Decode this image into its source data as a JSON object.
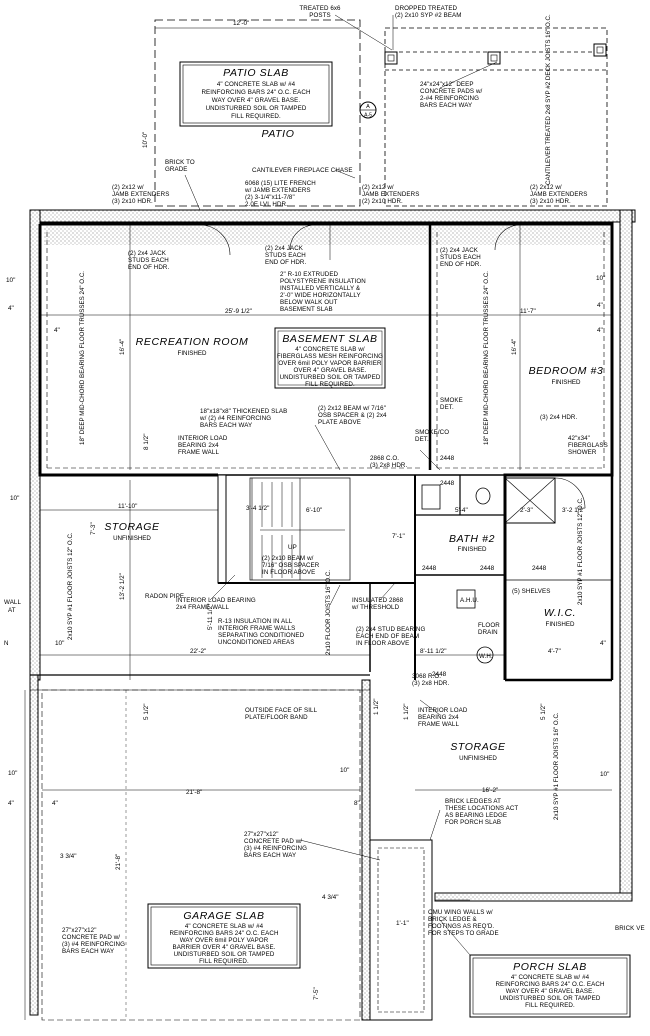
{
  "rooms": {
    "patio_slab": {
      "title": "PATIO SLAB",
      "lines": [
        "4\" CONCRETE SLAB w/ #4",
        "REINFORCING BARS 24\" O.C. EACH",
        "WAY OVER 4\" GRAVEL BASE.",
        "UNDISTURBED SOIL OR TAMPED",
        "FILL REQUIRED."
      ]
    },
    "patio": "PATIO",
    "recreation_room": {
      "title": "RECREATION ROOM",
      "sub": "FINISHED"
    },
    "basement_slab": {
      "title": "BASEMENT SLAB",
      "lines": [
        "4\" CONCRETE SLAB w/",
        "FIBERGLASS MESH REINFORCING",
        "OVER 6mil POLY VAPOR BARRIER",
        "OVER 4\" GRAVEL BASE.",
        "UNDISTURBED SOIL OR TAMPED",
        "FILL REQUIRED."
      ]
    },
    "bedroom3": {
      "title": "BEDROOM #3",
      "sub": "FINISHED"
    },
    "storage_left": {
      "title": "STORAGE",
      "sub": "UNFINISHED"
    },
    "bath2": {
      "title": "BATH #2",
      "sub": "FINISHED"
    },
    "wic": {
      "title": "W.I.C.",
      "sub": "FINISHED"
    },
    "storage_right": {
      "title": "STORAGE",
      "sub": "UNFINISHED"
    },
    "garage_slab": {
      "title": "GARAGE SLAB",
      "lines": [
        "4\" CONCRETE SLAB w/ #4",
        "REINFORCING BARS 24\" O.C. EACH",
        "WAY OVER 6mil POLY VAPOR",
        "BARRIER OVER 4\" GRAVEL BASE.",
        "UNDISTURBED SOIL OR TAMPED",
        "FILL REQUIRED."
      ]
    },
    "porch_slab": {
      "title": "PORCH SLAB",
      "lines": [
        "4\" CONCRETE SLAB w/ #4",
        "REINFORCING BARS 24\" O.C. EACH",
        "WAY OVER 4\" GRAVEL BASE.",
        "UNDISTURBED SOIL OR TAMPED",
        "FILL REQUIRED."
      ]
    }
  },
  "notes": {
    "treated_posts": [
      "TREATED 6x6",
      "POSTS"
    ],
    "dropped_beam": [
      "DROPPED TREATED",
      "(2) 2x10 SYP #2 BEAM"
    ],
    "deep_pads": [
      "24\"x24\"x12\" DEEP",
      "CONCRETE PADS w/",
      "2-#4 REINFORCING",
      "BARS EACH WAY"
    ],
    "cantilever_joists": "CANTILEVER TREATED 2x8 SYP #2 DECK JOISTS 16\" O.C.",
    "brick_to_grade": [
      "BRICK TO",
      "GRADE"
    ],
    "cantilever_chase": "CANTILEVER FIREPLACE CHASE",
    "lite_french": [
      "6068 (15) LITE FRENCH",
      "w/ JAMB EXTENDERS",
      "(2) 3-1/4\"x11-7/8\"",
      "2.0E LVL HDR."
    ],
    "jamb_left": [
      "(2) 2x12 w/",
      "JAMB EXTENDERS",
      "(3) 2x10 HDR."
    ],
    "jamb_mid": [
      "(2) 2x12 w/",
      "JAMB EXTENDERS",
      "(2) 2x10 HDR."
    ],
    "jamb_right": [
      "(2) 2x12 w/",
      "JAMB EXTENDERS",
      "(3) 2x10 HDR."
    ],
    "jack_left": [
      "(2) 2x4 JACK",
      "STUDS EACH",
      "END OF HDR."
    ],
    "jack_mid": [
      "(2) 2x4 JACK",
      "STUDS EACH",
      "END OF HDR."
    ],
    "jack_right": [
      "(2) 2x4 JACK",
      "STUDS EACH",
      "END OF HDR."
    ],
    "insulation": [
      "2\" R-10 EXTRUDED",
      "POLYSTYRENE INSULATION",
      "INSTALLED VERTICALLY &",
      "2'-0\" WIDE HORIZONTALLY",
      "BELOW WALK OUT",
      "BASEMENT SLAB"
    ],
    "thick_slab": [
      "18\"x18\"x8\" THICKENED SLAB",
      "w/ (2) #4 REINFORCING",
      "BARS EACH WAY"
    ],
    "beam_osb": [
      "(2) 2x12 BEAM w/ 7/16\"",
      "OSB SPACER & (2) 2x4",
      "PLATE ABOVE"
    ],
    "smoke_det": [
      "SMOKE",
      "DET."
    ],
    "smoke_co": [
      "SMOKE/CO",
      "DET."
    ],
    "hdr_3": "(3) 2x4 HDR.",
    "fiberglass_shower": [
      "42\"x34\"",
      "FIBERGLASS",
      "SHOWER"
    ],
    "interior_load": [
      "INTERIOR LOAD",
      "BEARING 2x4",
      "FRAME WALL"
    ],
    "co_2868": [
      "2868 C.O.",
      "(3) 2x8 HDR."
    ],
    "beam_2x10": [
      "(2) 2x10 BEAM w/",
      "7/16\" OSB SPACER",
      "IN FLOOR ABOVE"
    ],
    "up": "UP",
    "radon": "RADON PIPE",
    "interior_load_2": [
      "INTERIOR LOAD BEARING",
      "2x4 FRAME WALL"
    ],
    "r13": [
      "R-13 INSULATION IN ALL",
      "INTERIOR FRAME WALLS",
      "SEPARATING CONDITIONED",
      "UNCONDITIONED AREAS"
    ],
    "insulated_door": [
      "INSULATED 2868",
      "w/ THRESHOLD"
    ],
    "stud_bearing": [
      "(2) 2x4 STUD BEARING",
      "EACH END OF BEAM",
      "IN FLOOR ABOVE"
    ],
    "floor_drain": [
      "FLOOR",
      "DRAIN"
    ],
    "shelves": "(5) SHELVES",
    "ahu": "A.H.U.",
    "wh": "W.H.",
    "ro_3068": [
      "3068 R.O.",
      "(3) 2x8 HDR."
    ],
    "outside_face": [
      "OUTSIDE FACE OF SILL",
      "PLATE/FLOOR BAND"
    ],
    "interior_load_3": [
      "INTERIOR LOAD",
      "BEARING 2x4",
      "FRAME WALL"
    ],
    "brick_ledges": [
      "BRICK LEDGES AT",
      "THESE LOCATIONS ACT",
      "AS BEARING LEDGE",
      "FOR PORCH SLAB"
    ],
    "pad_27_top": [
      "27\"x27\"x12\"",
      "CONCRETE PAD w/",
      "(3) #4 REINFORCING",
      "BARS EACH WAY"
    ],
    "pad_27_left": [
      "27\"x27\"x12\"",
      "CONCRETE PAD w/",
      "(3) #4 REINFORCING",
      "BARS EACH WAY"
    ],
    "cmu_wing": [
      "CMU WING WALLS w/",
      "BRICK LEDGE &",
      "FOOTINGS AS REQ'D.",
      "FOR STEPS TO GRADE"
    ],
    "brick_veneer": "BRICK VE",
    "wall_at": [
      "WALL",
      "AT",
      "N"
    ],
    "floor_trusses_left": "18\" DEEP MID-CHORD BEARING FLOOR TRUSSES 24\" O.C.",
    "floor_trusses_right": "18\" DEEP MID-CHORD BEARING FLOOR TRUSSES 24\" O.C.",
    "joists_storage": "2x10 SYP #1 FLOOR JOISTS 12\" O.C.",
    "joists_mid": "2x10 FLOOR JOISTS 16\" O.C.",
    "joists_bath": "2x10 SYP #1 FLOOR JOISTS 12\" O.C.",
    "joists_storage_r": "2x10 SYP #1 FLOOR JOISTS 16\" O.C.",
    "section_marker": [
      "A",
      "A-5"
    ]
  },
  "dims": {
    "d12_0": "12'-0\"",
    "d10_0": "10'-0\"",
    "d25_9": "25'-9 1/2\"",
    "d11_7": "11'-7\"",
    "d16_4": "16'-4\"",
    "d16_4b": "16'-4\"",
    "d10a": "10\"",
    "d4a": "4\"",
    "d4b": "4\"",
    "d10b": "10\"",
    "d4c": "4\"",
    "d10c": "10\"",
    "d4d": "4\"",
    "d8_half": "8 1/2\"",
    "d11_10": "11'-10\"",
    "d7_3": "7'-3\"",
    "d13_2": "13'-2 1/2\"",
    "d5_11": "5'-11 1/2\"",
    "d22_2": "22'-2\"",
    "d10d": "10\"",
    "d3_4": "3'-4 1/2\"",
    "d6_10": "6'-10\"",
    "d7_1": "7'-1\"",
    "d2448a": "2448",
    "d2448b": "2448",
    "d2448c": "2448",
    "d5_4": "5'-4\"",
    "d3_2": "3'-2 1/2\"",
    "d2_3": "2'-3\"",
    "d8_11": "8'-11 1/2\"",
    "d4_7": "4'-7\"",
    "d21_8": "21'-8\"",
    "d21_8b": "21'-8\"",
    "d16_2": "16'-2\"",
    "d10e": "10\"",
    "d4e": "4\"",
    "d8": "8\"",
    "d4f": "4\"",
    "d10f": "10\"",
    "d3_4b": "3 3/4\"",
    "d4_3_4": "4 3/4\"",
    "d7_5": "7'-5\"",
    "d2448d": "2448",
    "d2448e": "2448",
    "d1_2a": "1 1/2\"",
    "d1_2b": "1 1/2\"",
    "d10g": "10\"",
    "d4g": "4\"",
    "d2448": "2448",
    "d5_1": "5 1/2\"",
    "d5_2": "5 1/2\"",
    "d1_1": "1'-1\""
  }
}
